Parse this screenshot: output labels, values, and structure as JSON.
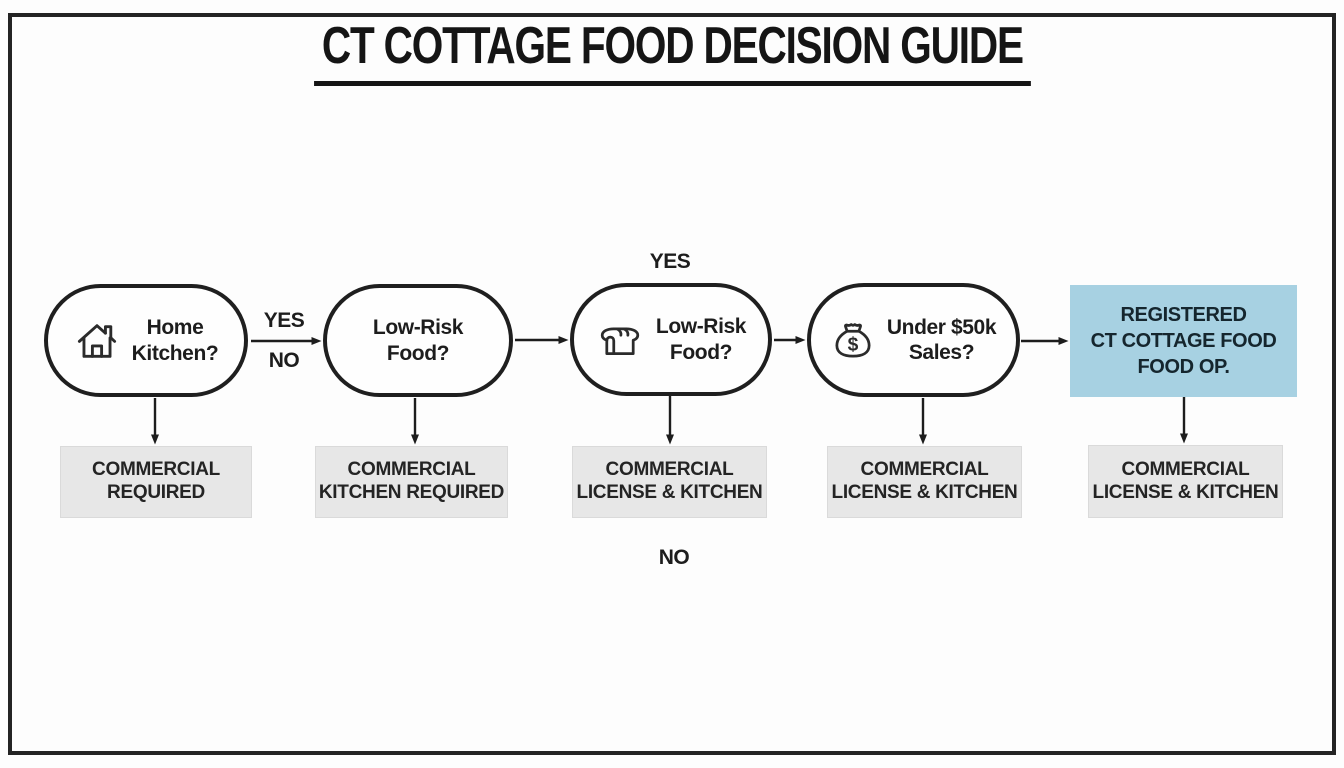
{
  "title": "CT COTTAGE FOOD DECISION GUIDE",
  "edge_labels": {
    "yes_1": "YES",
    "no_1": "NO",
    "yes_2": "YES",
    "no_2": "NO"
  },
  "nodes": [
    {
      "label": "Home\nKitchen?",
      "icon": "house-icon"
    },
    {
      "label": "Low-Risk\nFood?",
      "icon": "none"
    },
    {
      "label": "Low-Risk\nFood?",
      "icon": "bread-icon"
    },
    {
      "label": "Under $50k\nSales?",
      "icon": "money-bag-icon"
    }
  ],
  "result_box": {
    "label": "REGISTERED\nCT COTTAGE FOOD\nFOOD OP."
  },
  "outcomes": [
    {
      "label": "COMMERCIAL\nREQUIRED"
    },
    {
      "label": "COMMERCIAL\nKITCHEN REQUIRED"
    },
    {
      "label": "COMMERCIAL\nLICENSE & KITCHEN"
    },
    {
      "label": "COMMERCIAL\nLICENSE & KITCHEN"
    },
    {
      "label": "COMMERCIAL\nLICENSE & KITCHEN"
    }
  ],
  "icons": {
    "dollar_glyph": "$"
  },
  "colors": {
    "highlight": "#a7d1e2",
    "outcome_bg": "#e7e7e7",
    "line": "#1d1d1d"
  }
}
